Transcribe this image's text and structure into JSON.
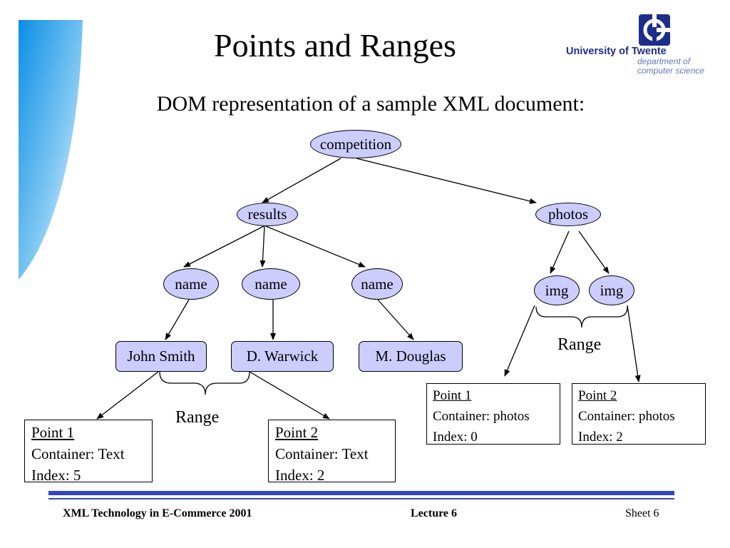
{
  "slide": {
    "title": "Points and Ranges",
    "subtitle": "DOM representation of a sample XML document:"
  },
  "logo": {
    "university": "University of Twente",
    "department_line1": "department of",
    "department_line2": "computer science",
    "icon": "university-logo-icon",
    "color": "#1d2e8a"
  },
  "tree": {
    "root": "competition",
    "results": "results",
    "photos": "photos",
    "names": [
      "name",
      "name",
      "name"
    ],
    "imgs": [
      "img",
      "img"
    ],
    "texts": [
      "John Smith",
      "D. Warwick",
      "M. Douglas"
    ],
    "node_fill": "#ccccff"
  },
  "text_range": {
    "label": "Range",
    "point1": {
      "title": "Point 1",
      "container": "Container: Text",
      "index": "Index: 5"
    },
    "point2": {
      "title": "Point 2",
      "container": "Container: Text",
      "index": "Index: 2"
    }
  },
  "photo_range": {
    "label": "Range",
    "point1": {
      "title": "Point 1",
      "container": "Container: photos",
      "index": "Index: 0"
    },
    "point2": {
      "title": "Point 2",
      "container": "Container: photos",
      "index": "Index: 2"
    }
  },
  "footer": {
    "course": "XML Technology in E-Commerce 2001",
    "lecture": "Lecture 6",
    "sheet": "Sheet 6",
    "rule_color": "#3344cc"
  }
}
